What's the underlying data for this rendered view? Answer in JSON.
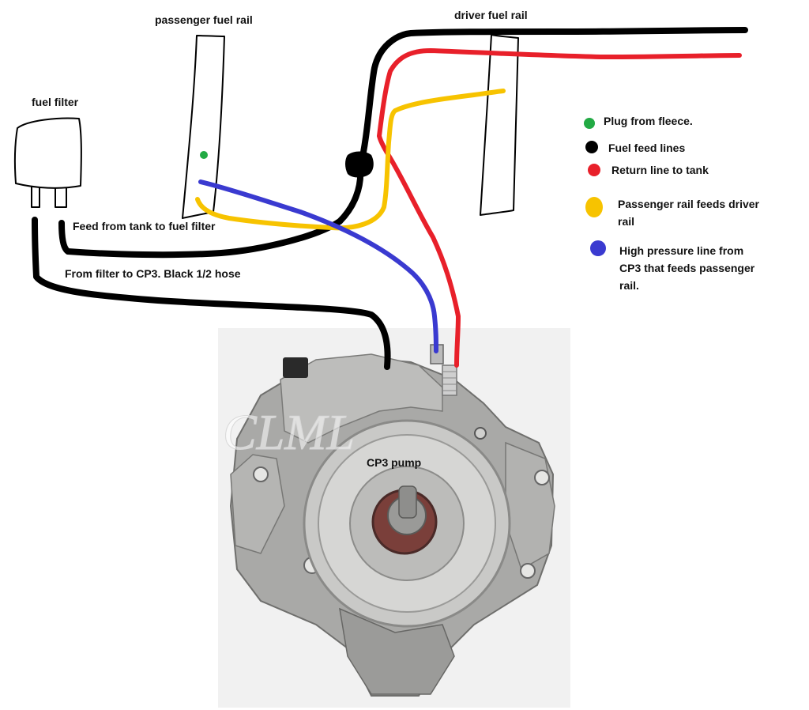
{
  "labels": {
    "passenger_fuel_rail": "passenger fuel rail",
    "driver_fuel_rail": "driver fuel rail",
    "fuel_filter": "fuel filter",
    "feed_from_tank": "Feed from tank to fuel filter",
    "filter_to_cp3": "From filter to CP3. Black 1/2 hose",
    "cp3_pump": "CP3 pump",
    "watermark": "CLML"
  },
  "legend": [
    {
      "color": "#22aa44",
      "text_lines": [
        "Plug from fleece."
      ]
    },
    {
      "color": "#000000",
      "text_lines": [
        "Fuel feed lines"
      ]
    },
    {
      "color": "#e8202a",
      "text_lines": [
        "Return line to tank"
      ]
    },
    {
      "color": "#f7c300",
      "text_lines": [
        "Passenger rail feeds driver",
        "rail"
      ]
    },
    {
      "color": "#3a3ad0",
      "text_lines": [
        "High pressure line from",
        "CP3 that feeds passenger",
        "rail."
      ]
    }
  ],
  "colors": {
    "feed_line": "#000000",
    "return_line": "#e8202a",
    "crossover_line": "#f7c300",
    "high_pressure_line": "#3a3ad0",
    "plug": "#22aa44"
  }
}
